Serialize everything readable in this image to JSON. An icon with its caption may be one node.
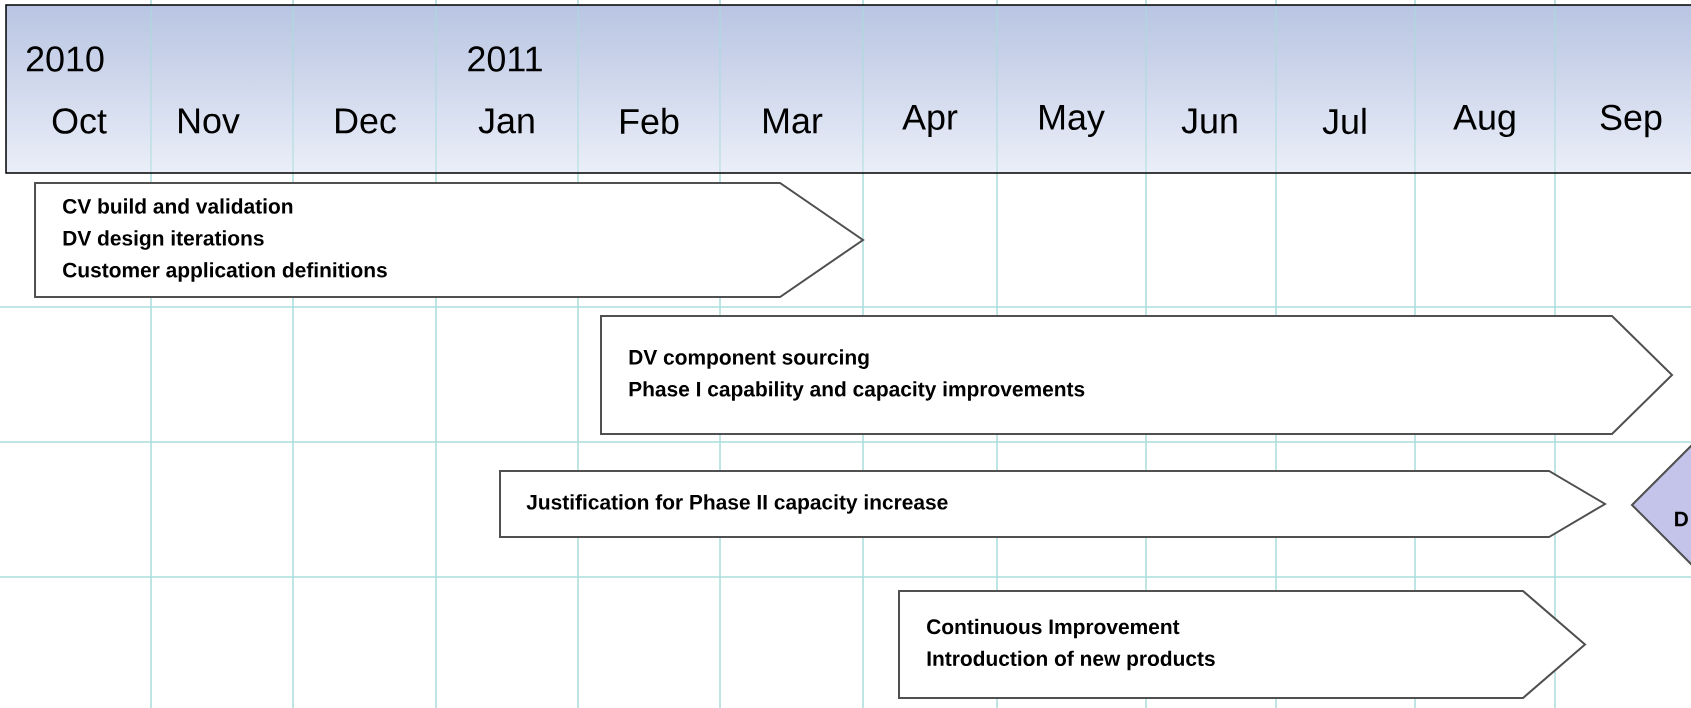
{
  "diagram": {
    "nodes": [
      {
        "text": [
          "CV build and validation",
          "DV design iterations",
          "Customer application definitions"
        ]
      },
      {
        "text": [
          "DV component sourcing",
          "Phase I capability and capacity improvements"
        ]
      },
      {
        "text": [
          "Justification for Phase II capacity increase"
        ]
      },
      {
        "text": [
          "Continuous Improvement",
          "Introduction of new products"
        ]
      },
      {
        "text": [
          "D"
        ]
      }
    ],
    "labels": [
      "2010",
      "2011",
      "Oct",
      "Nov",
      "Dec",
      "Jan",
      "Feb",
      "Mar",
      "Apr",
      "May",
      "Jun",
      "Jul",
      "Aug",
      "Sep"
    ]
  }
}
